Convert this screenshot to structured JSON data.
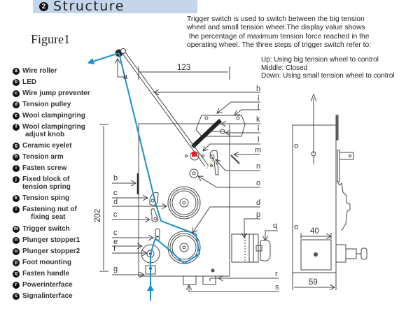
{
  "header": {
    "section_number": "2",
    "title": "Structure"
  },
  "figure_title": "Figure1",
  "description": [
    "Trigger switch is used to switch between the big tension",
    "wheel and small tension wheel.The display value shows",
    " the percentage of maximum tension force reached in the",
    "operating wheel. The three steps of trigger switch refer to:"
  ],
  "trigger_steps": [
    "Up: Using big tension wheel to control",
    "Middle: Closed",
    "Down: Using small tension wheel to control"
  ],
  "legend": [
    {
      "key": "a",
      "label": "Wire roller"
    },
    {
      "key": "b",
      "label": "LED"
    },
    {
      "key": "c",
      "label": "Wire jump preventer"
    },
    {
      "key": "d",
      "label": "Tension pulley"
    },
    {
      "key": "e",
      "label": "Wool clampingring"
    },
    {
      "key": "f",
      "label": "Wool clampingring",
      "label2": "adjust knob"
    },
    {
      "key": "g",
      "label": "Ceramic eyelet"
    },
    {
      "key": "h",
      "label": "Tension arm"
    },
    {
      "key": "i",
      "label": "Fasten screw"
    },
    {
      "key": "j",
      "label": "Fixed block of",
      "label2": "tension spring"
    },
    {
      "key": "k",
      "label": "Tension sping"
    },
    {
      "key": "l",
      "label": "Fastening nut of",
      "label2": "fixing seat"
    },
    {
      "key": "m",
      "label": "Trigger switch"
    },
    {
      "key": "n",
      "label": "Plunger stopper1"
    },
    {
      "key": "o",
      "label": "Plunger stopper2"
    },
    {
      "key": "p",
      "label": "Foot mounting"
    },
    {
      "key": "q",
      "label": "Fasten handle"
    },
    {
      "key": "r",
      "label": "Powerinterface"
    },
    {
      "key": "s",
      "label": "Signalinterface"
    }
  ],
  "callouts": {
    "right": [
      "h",
      "i",
      "j",
      "k",
      "i",
      "l",
      "m",
      "n",
      "o",
      "d",
      "p",
      "q",
      "r",
      "s"
    ],
    "left": [
      "b",
      "c",
      "d",
      "c",
      "c",
      "e",
      "f",
      "g"
    ],
    "top_roller": "a",
    "side_view_mark": "o"
  },
  "dimensions": {
    "width_top": "123",
    "height_left": "202",
    "side_inner_width": "40",
    "side_outer_width": "59"
  },
  "colors": {
    "header_bg": "#c5d6ec",
    "wire": "#1a8fd0",
    "line": "#444444",
    "spring_highlight": "#e0202a"
  }
}
